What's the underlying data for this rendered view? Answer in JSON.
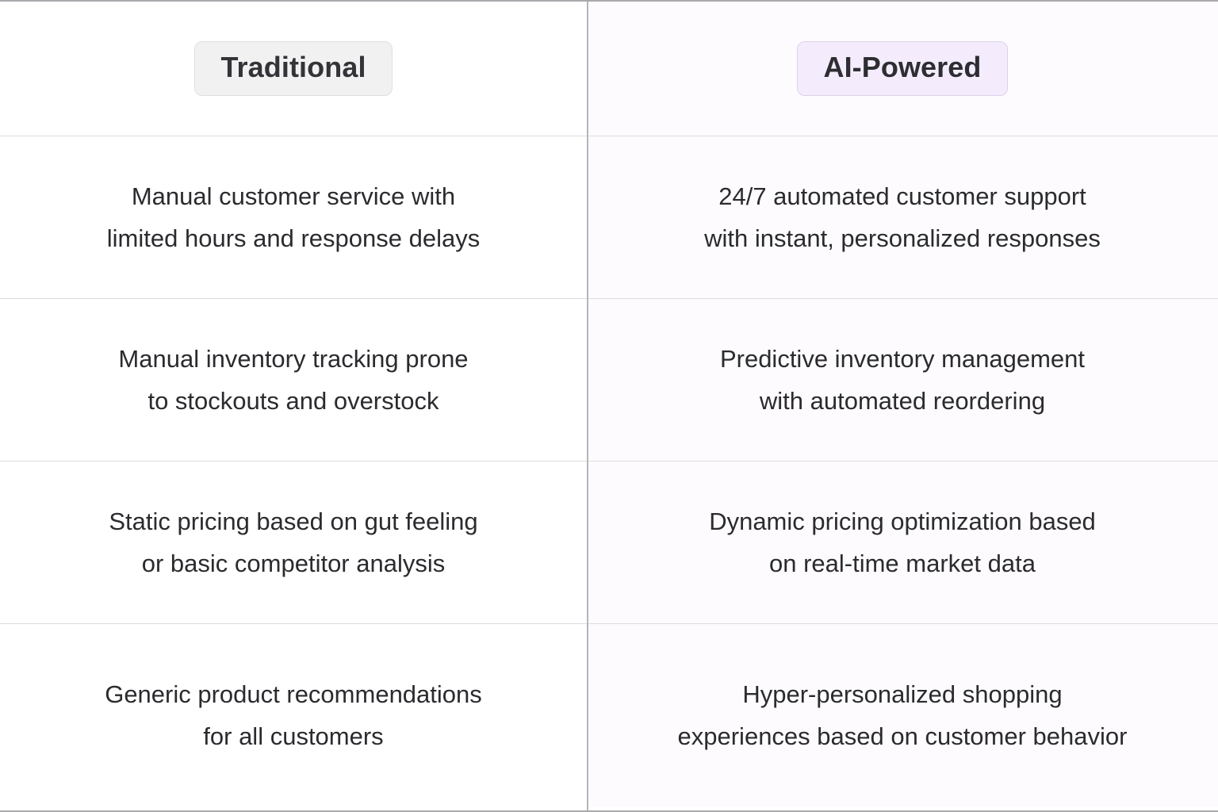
{
  "table": {
    "columns": [
      {
        "id": "traditional",
        "label": "Traditional",
        "badge_style": "neutral",
        "badge_bg": "#f1f1f2",
        "badge_border": "#e0e0e2"
      },
      {
        "id": "ai_powered",
        "label": "AI-Powered",
        "badge_style": "accent",
        "badge_bg": "#f4ecfc",
        "badge_border": "#ddd2e8"
      }
    ],
    "rows": [
      {
        "traditional": "Manual customer service with\nlimited hours and response delays",
        "ai_powered": "24/7 automated customer support\nwith instant, personalized responses"
      },
      {
        "traditional": "Manual inventory tracking prone\nto stockouts and overstock",
        "ai_powered": "Predictive inventory management\nwith automated reordering"
      },
      {
        "traditional": "Static pricing based on gut feeling\nor basic competitor analysis",
        "ai_powered": "Dynamic pricing optimization based\non real-time market data"
      },
      {
        "traditional": "Generic product recommendations\nfor all customers",
        "ai_powered": "Hyper-personalized shopping\nexperiences based on customer behavior"
      }
    ]
  },
  "colors": {
    "text": "#2b2b2f",
    "heading_text": "#2f2f33",
    "left_column_bg": "#ffffff",
    "right_column_bg": "#fdfbfe",
    "row_divider": "#dcdcdf",
    "column_divider": "#b5b5ba",
    "outer_border": "#a9a9ad"
  }
}
